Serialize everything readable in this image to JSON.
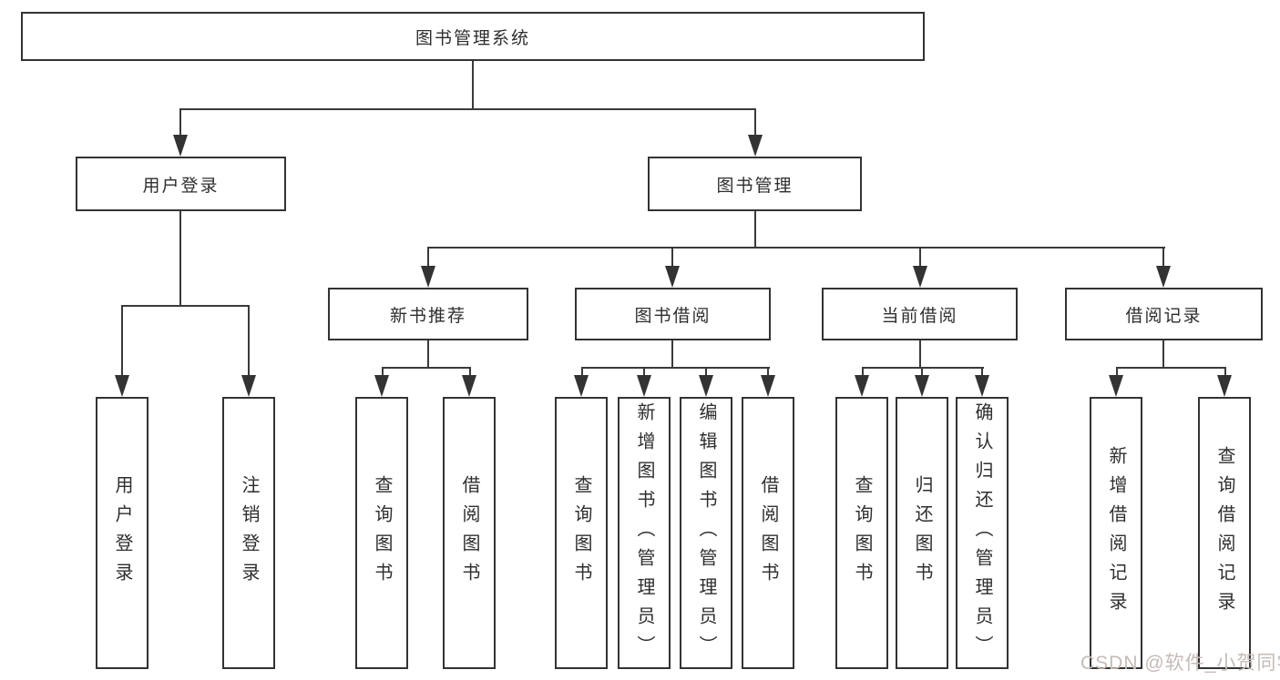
{
  "diagram": {
    "root": {
      "label": "图书管理系统"
    },
    "user_login": {
      "label": "用户登录",
      "children": [
        {
          "label": "用户登录"
        },
        {
          "label": "注销登录"
        }
      ]
    },
    "book_management": {
      "label": "图书管理",
      "branches": [
        {
          "label": "新书推荐",
          "children": [
            {
              "label": "查询图书"
            },
            {
              "label": "借阅图书"
            }
          ]
        },
        {
          "label": "图书借阅",
          "children": [
            {
              "label": "查询图书"
            },
            {
              "label": "新增图书（管理员）"
            },
            {
              "label": "编辑图书（管理员）"
            },
            {
              "label": "借阅图书"
            }
          ]
        },
        {
          "label": "当前借阅",
          "children": [
            {
              "label": "查询图书"
            },
            {
              "label": "归还图书"
            },
            {
              "label": "确认归还（管理员）"
            }
          ]
        },
        {
          "label": "借阅记录",
          "children": [
            {
              "label": "新增借阅记录"
            },
            {
              "label": "查询借阅记录"
            }
          ]
        }
      ]
    }
  },
  "watermark": {
    "text": "CSDN @软件_小贺同学"
  },
  "colors": {
    "line": "#333333",
    "text": "#2e2e2e",
    "background": "#ffffff",
    "watermark": "#c5bbb6"
  }
}
